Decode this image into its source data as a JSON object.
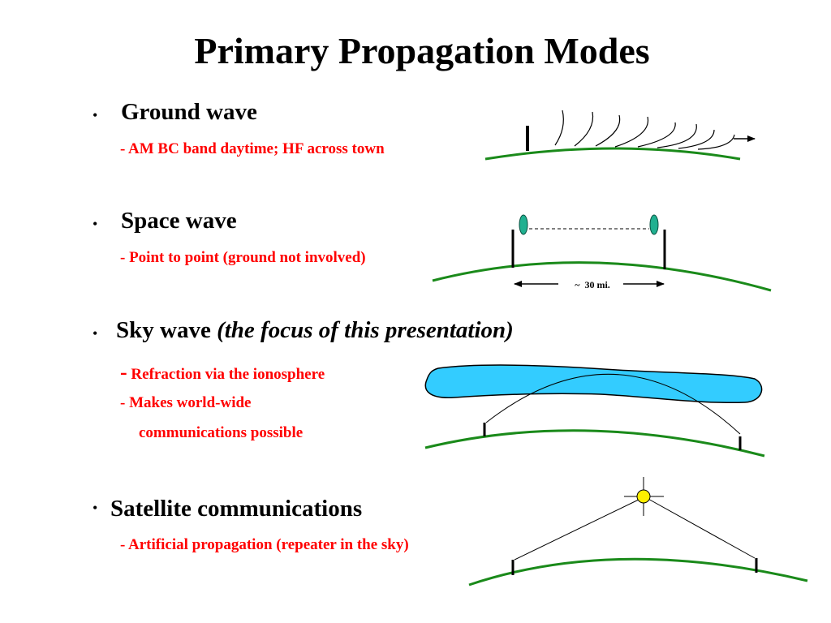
{
  "title": "Primary Propagation Modes",
  "bullet_glyph": "•",
  "items": [
    {
      "heading": "Ground wave",
      "details": [
        "- AM BC band daytime; HF across town"
      ]
    },
    {
      "heading": "Space wave",
      "details": [
        "- Point to point (ground not involved)"
      ]
    },
    {
      "heading": "Sky wave",
      "heading_note": "(the focus of this presentation)",
      "details": [
        "-",
        "Refraction via the ionosphere",
        "- Makes world-wide",
        "communications possible"
      ]
    },
    {
      "heading": "Satellite communications",
      "details": [
        "- Artificial propagation (repeater in the sky)"
      ]
    }
  ],
  "diagrams": {
    "space_wave_distance": "~  30 mi."
  },
  "colors": {
    "text": "#000000",
    "detail_text": "#ff0000",
    "ground": "#1a8a1a",
    "ionosphere": "#33ccff",
    "antenna_tip": "#20b090",
    "satellite": "#ffee00"
  }
}
